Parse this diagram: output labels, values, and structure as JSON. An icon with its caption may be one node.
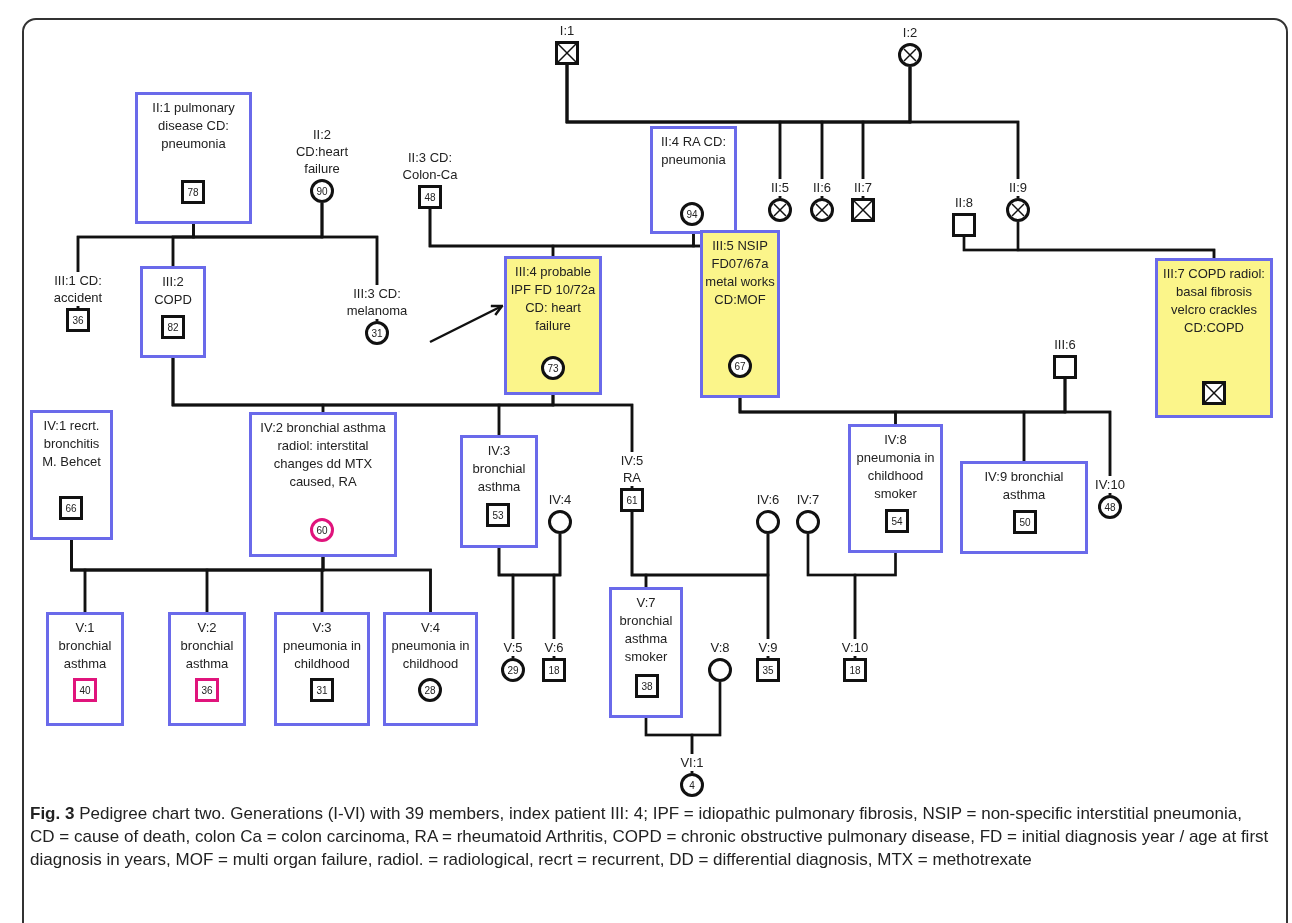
{
  "diagram": {
    "caption": "**Fig. 3** Pedigree chart two. Generations (I-VI) with 39 members, index patient III: 4; IPF = idiopathic pulmonary fibrosis, NSIP = non-specific interstitial pneumonia, CD = cause of death, colon Ca = colon carcinoma, RA = rheumatoid Arthritis, COPD = chronic obstructive pulmonary disease, FD = initial diagnosis year / age at first diagnosis in years, MOF = multi organ failure, radiol. = radiological, recrt = recurrent, DD = differential diagnosis, MTX = methotrexate",
    "nodes": [
      {
        "text": [],
        "shape": "box",
        "beside": [
          "I:1"
        ]
      },
      {
        "text": [],
        "shape": "circle",
        "beside": [
          "I:2"
        ]
      },
      {
        "text": [
          "II:1 pulmonary disease CD: pneumonia"
        ]
      },
      {
        "text": [
          "78"
        ],
        "in": 2
      },
      {
        "text": [
          "90"
        ],
        "beside": [
          "II:2 CD:heart failure"
        ]
      },
      {
        "text": [
          "48"
        ],
        "beside": [
          "II:3 CD: Colon-Ca"
        ]
      },
      {
        "text": [
          "II:4 RA CD: pneumonia"
        ]
      },
      {
        "text": [
          "94"
        ],
        "in": 6
      },
      {
        "text": [],
        "shape": "circle",
        "beside": [
          "II:5"
        ]
      },
      {
        "text": [],
        "shape": "circle",
        "beside": [
          "II:6"
        ]
      },
      {
        "text": [],
        "shape": "box",
        "beside": [
          "II:7"
        ]
      },
      {
        "text": [],
        "shape": "box",
        "beside": [
          "II:8"
        ]
      },
      {
        "text": [],
        "shape": "circle",
        "beside": [
          "II:9"
        ]
      },
      {
        "text": [
          "36"
        ],
        "beside": [
          "III:1 CD: accident"
        ]
      },
      {
        "text": [
          "III:2 COPD"
        ]
      },
      {
        "text": [
          "82"
        ],
        "in": 14
      },
      {
        "text": [
          "31"
        ],
        "beside": [
          "III:3 CD: melanoma"
        ]
      },
      {
        "text": [
          "III:4 probable IPF FD 10/72a CD: heart failure"
        ]
      },
      {
        "text": [
          "73"
        ],
        "in": 17
      },
      {
        "text": [
          "III:5 NSIP FD07/67a metal works CD:MOF"
        ]
      },
      {
        "text": [
          "67"
        ],
        "in": 19
      },
      {
        "text": [
          "III:7 COPD radiol: basal fibrosis velcro crackles CD:COPD"
        ]
      },
      {
        "text": [],
        "shape": "box",
        "in": 21
      },
      {
        "text": [],
        "shape": "box",
        "beside": [
          "III:6"
        ]
      },
      {
        "text": [
          "IV:1 recrt. bronchitis M. Behcet"
        ]
      },
      {
        "text": [
          "66"
        ],
        "in": 24
      },
      {
        "text": [
          "IV:2 bronchial asthma radiol: interstital changes dd MTX caused, RA"
        ]
      },
      {
        "text": [
          "60"
        ],
        "in": 26
      },
      {
        "text": [
          "IV:3 bronchial asthma"
        ]
      },
      {
        "text": [
          "53"
        ],
        "in": 28
      },
      {
        "text": [],
        "shape": "circle",
        "beside": [
          "IV:4"
        ]
      },
      {
        "text": [
          "61"
        ],
        "beside": [
          "IV:5 RA"
        ]
      },
      {
        "text": [],
        "shape": "circle",
        "beside": [
          "IV:6"
        ]
      },
      {
        "text": [],
        "shape": "circle",
        "beside": [
          "IV:7"
        ]
      },
      {
        "text": [
          "IV:8 pneumonia in childhood smoker"
        ]
      },
      {
        "text": [
          "54"
        ],
        "in": 34
      },
      {
        "text": [
          "IV:9 bronchial asthma"
        ]
      },
      {
        "text": [
          "50"
        ],
        "in": 36
      },
      {
        "text": [
          "48"
        ],
        "beside": [
          "IV:10"
        ]
      },
      {
        "text": [
          "V:1 bronchial asthma"
        ]
      },
      {
        "text": [
          "40"
        ],
        "in": 39
      },
      {
        "text": [
          "V:2 bronchial asthma"
        ]
      },
      {
        "text": [
          "36"
        ],
        "in": 41
      },
      {
        "text": [
          "V:3 pneumonia in childhood"
        ]
      },
      {
        "text": [
          "31"
        ],
        "in": 43
      },
      {
        "text": [
          "V:4 pneumonia in childhood"
        ]
      },
      {
        "text": [
          "28"
        ],
        "in": 45
      },
      {
        "text": [
          "29"
        ],
        "beside": [
          "V:5"
        ]
      },
      {
        "text": [
          "18"
        ],
        "beside": [
          "V:6"
        ]
      },
      {
        "text": [
          "V:7 bronchial asthma smoker"
        ]
      },
      {
        "text": [
          "38"
        ],
        "in": 49
      },
      {
        "text": [],
        "shape": "circle",
        "beside": [
          "V:8"
        ]
      },
      {
        "text": [
          "35"
        ],
        "beside": [
          "V:9"
        ]
      },
      {
        "text": [
          "18"
        ],
        "beside": [
          "V:10"
        ]
      },
      {
        "text": [
          "4"
        ],
        "beside": [
          "VI:1"
        ]
      }
    ],
    "edges": [
      {
        "from": 0,
        "to": 1,
        "arrow": "none",
        "color": "#888888"
      },
      {
        "from": 0,
        "to": 8,
        "arrow": "none"
      },
      {
        "from": 1,
        "to": 8,
        "arrow": "none"
      },
      {
        "from": 0,
        "to": 9,
        "arrow": "none"
      },
      {
        "from": 1,
        "to": 9,
        "arrow": "none"
      },
      {
        "from": 0,
        "to": 10,
        "arrow": "none"
      },
      {
        "from": 1,
        "to": 10,
        "arrow": "none"
      },
      {
        "from": 0,
        "to": 12,
        "arrow": "none"
      },
      {
        "from": 1,
        "to": 12,
        "arrow": "none"
      },
      {
        "from": 2,
        "to": 4,
        "arrow": "none",
        "color": "#888888"
      },
      {
        "from": 2,
        "to": 13,
        "arrow": "none"
      },
      {
        "from": 4,
        "to": 13,
        "arrow": "none"
      },
      {
        "from": 2,
        "to": 14,
        "arrow": "none"
      },
      {
        "from": 4,
        "to": 14,
        "arrow": "none"
      },
      {
        "from": 2,
        "to": 16,
        "arrow": "none"
      },
      {
        "from": 4,
        "to": 16,
        "arrow": "none"
      },
      {
        "from": 5,
        "to": 6,
        "arrow": "none",
        "color": "#888888"
      },
      {
        "from": 5,
        "to": 17,
        "arrow": "none"
      },
      {
        "from": 6,
        "to": 17,
        "arrow": "none"
      },
      {
        "from": 5,
        "to": 19,
        "arrow": "none"
      },
      {
        "from": 6,
        "to": 19,
        "arrow": "none"
      },
      {
        "from": 11,
        "to": 12,
        "arrow": "none",
        "color": "#888888"
      },
      {
        "from": 11,
        "to": 21,
        "arrow": "none"
      },
      {
        "from": 12,
        "to": 21,
        "arrow": "none"
      },
      {
        "from": 14,
        "to": 17,
        "arrow": "none",
        "color": "#888888"
      },
      {
        "from": 14,
        "to": 26,
        "arrow": "none"
      },
      {
        "from": 17,
        "to": 26,
        "arrow": "none"
      },
      {
        "from": 14,
        "to": 28,
        "arrow": "none"
      },
      {
        "from": 17,
        "to": 28,
        "arrow": "none"
      },
      {
        "from": 14,
        "to": 31,
        "arrow": "none"
      },
      {
        "from": 17,
        "to": 31,
        "arrow": "none"
      },
      {
        "from": 19,
        "to": 23,
        "arrow": "none",
        "color": "#888888"
      },
      {
        "from": 19,
        "to": 34,
        "arrow": "none"
      },
      {
        "from": 23,
        "to": 34,
        "arrow": "none"
      },
      {
        "from": 19,
        "to": 36,
        "arrow": "none"
      },
      {
        "from": 23,
        "to": 36,
        "arrow": "none"
      },
      {
        "from": 19,
        "to": 38,
        "arrow": "none"
      },
      {
        "from": 23,
        "to": 38,
        "arrow": "none"
      },
      {
        "from": 24,
        "to": 26,
        "arrow": "none",
        "color": "#888888"
      },
      {
        "from": 24,
        "to": 39,
        "arrow": "none"
      },
      {
        "from": 26,
        "to": 39,
        "arrow": "none"
      },
      {
        "from": 24,
        "to": 41,
        "arrow": "none"
      },
      {
        "from": 26,
        "to": 41,
        "arrow": "none"
      },
      {
        "from": 24,
        "to": 43,
        "arrow": "none"
      },
      {
        "from": 26,
        "to": 43,
        "arrow": "none"
      },
      {
        "from": 24,
        "to": 45,
        "arrow": "none"
      },
      {
        "from": 26,
        "to": 45,
        "arrow": "none"
      },
      {
        "from": 28,
        "to": 30,
        "arrow": "none",
        "color": "#888888"
      },
      {
        "from": 28,
        "to": 47,
        "arrow": "none"
      },
      {
        "from": 30,
        "to": 47,
        "arrow": "none"
      },
      {
        "from": 28,
        "to": 48,
        "arrow": "none"
      },
      {
        "from": 30,
        "to": 48,
        "arrow": "none"
      },
      {
        "from": 31,
        "to": 32,
        "arrow": "none",
        "color": "#888888"
      },
      {
        "from": 31,
        "to": 49,
        "arrow": "none"
      },
      {
        "from": 32,
        "to": 49,
        "arrow": "none"
      },
      {
        "from": 31,
        "to": 52,
        "arrow": "none"
      },
      {
        "from": 32,
        "to": 52,
        "arrow": "none"
      },
      {
        "from": 33,
        "to": 34,
        "arrow": "none",
        "color": "#888888"
      },
      {
        "from": 33,
        "to": 53,
        "arrow": "none"
      },
      {
        "from": 34,
        "to": 53,
        "arrow": "none"
      },
      {
        "from": 49,
        "to": 51,
        "arrow": "none",
        "color": "#888888"
      },
      {
        "from": 49,
        "to": 54,
        "arrow": "none"
      },
      {
        "from": 51,
        "to": 54,
        "arrow": "none"
      },
      {
        "from": null,
        "to": 17,
        "arrow": "to"
      }
    ]
  }
}
